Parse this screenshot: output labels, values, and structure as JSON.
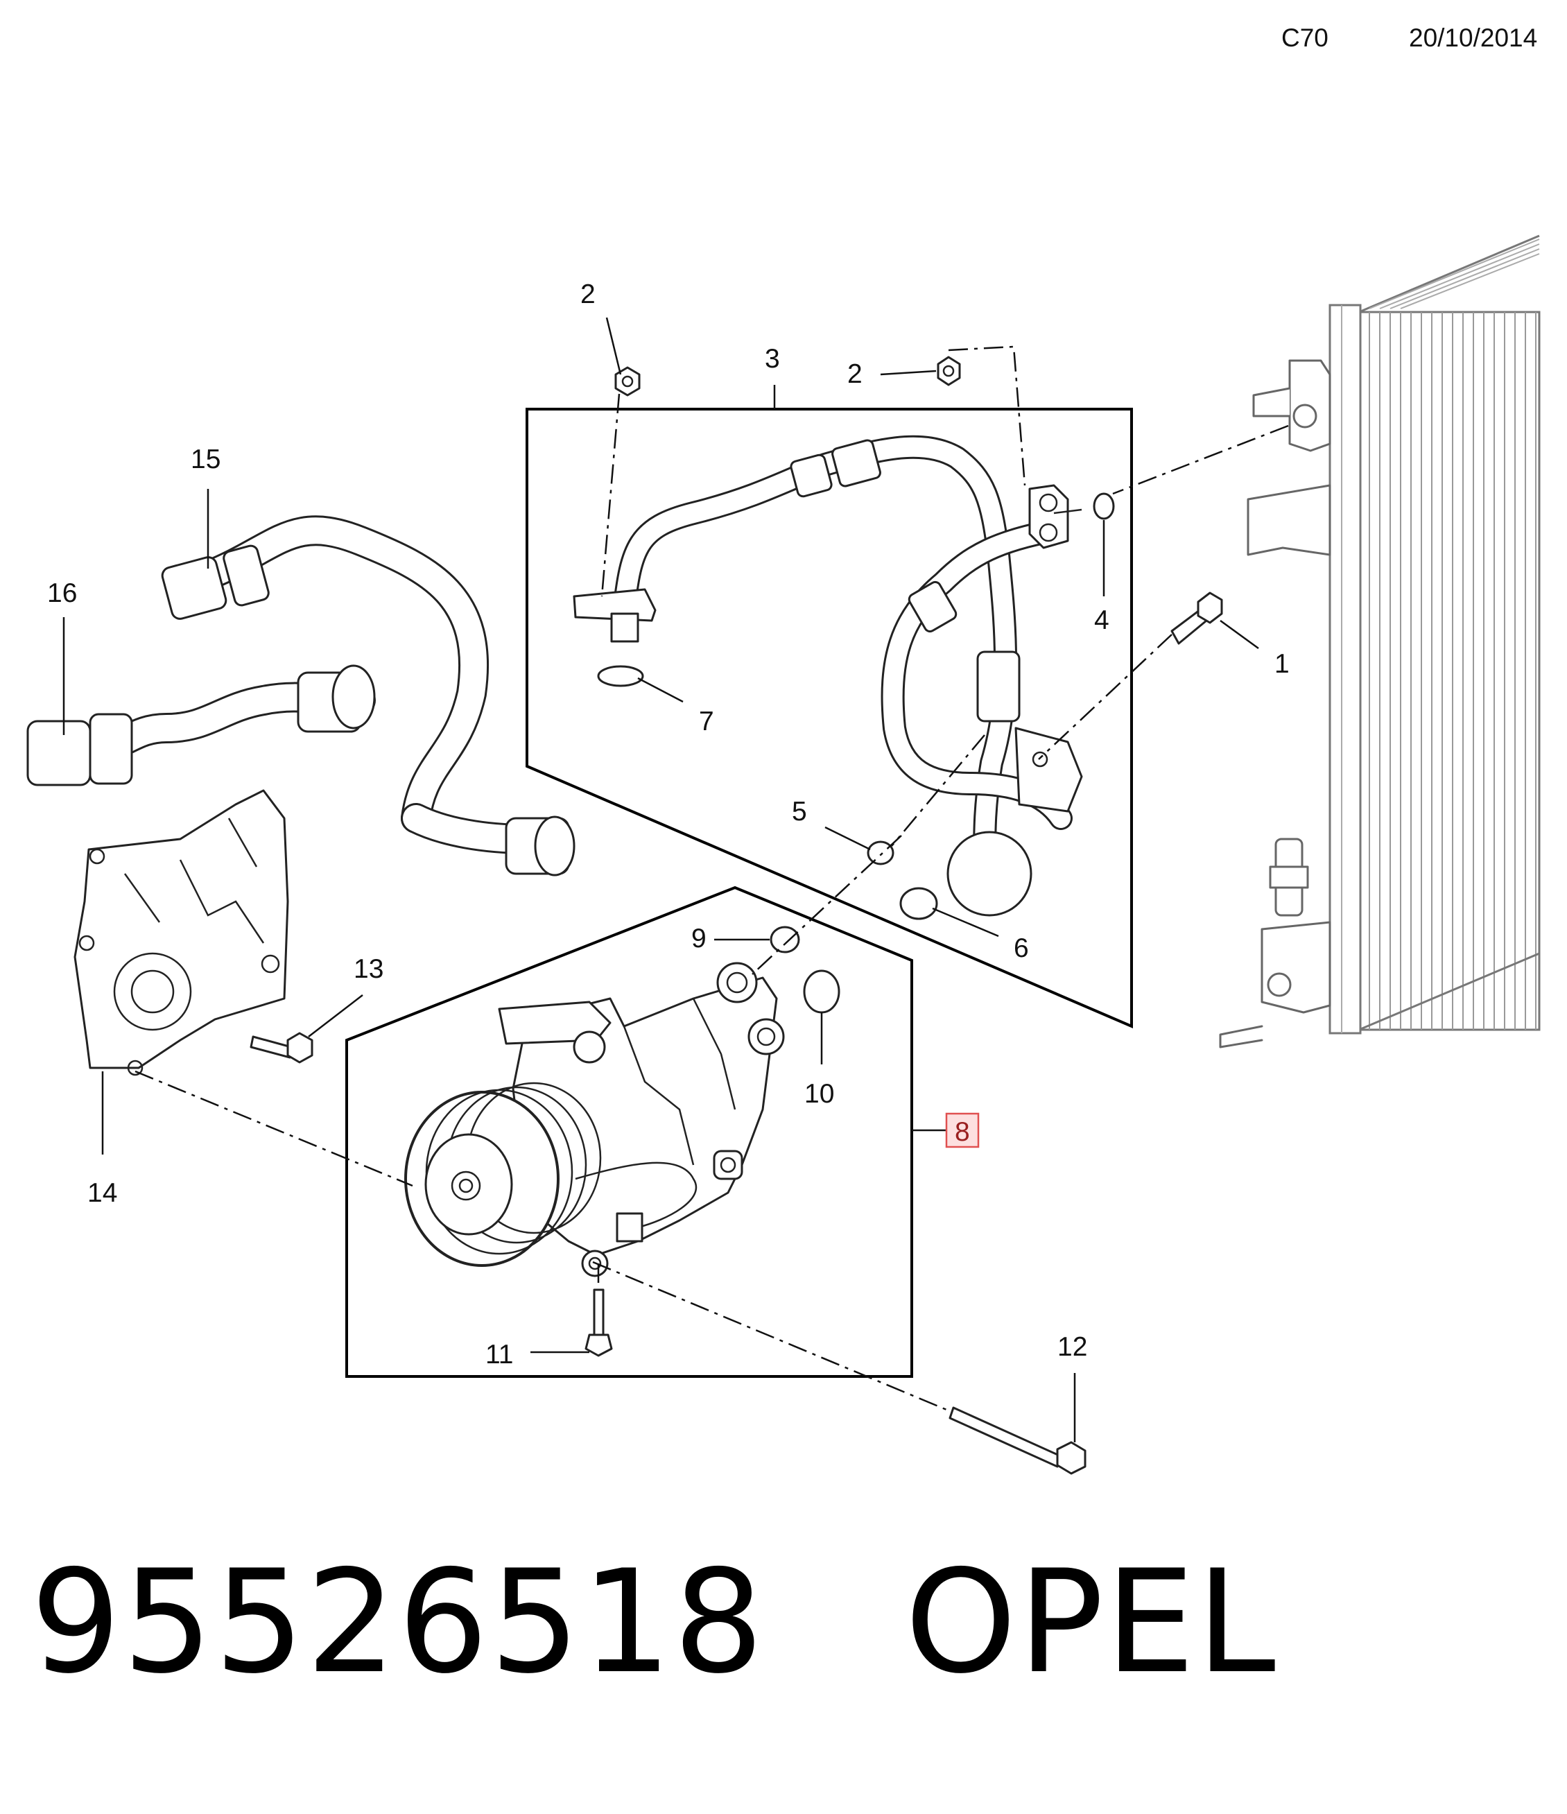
{
  "header": {
    "code": "C70",
    "date": "20/10/2014"
  },
  "footer": {
    "part_number": "95526518",
    "brand": "OPEL"
  },
  "callouts": {
    "c1": "1",
    "c2a": "2",
    "c2b": "2",
    "c3": "3",
    "c4": "4",
    "c5": "5",
    "c6": "6",
    "c7": "7",
    "c8": "8",
    "c9": "9",
    "c10": "10",
    "c11": "11",
    "c12": "12",
    "c13": "13",
    "c14": "14",
    "c15": "15",
    "c16": "16"
  },
  "highlight": {
    "callout": "8",
    "fill": "#fde0e0",
    "border": "#e05050"
  }
}
